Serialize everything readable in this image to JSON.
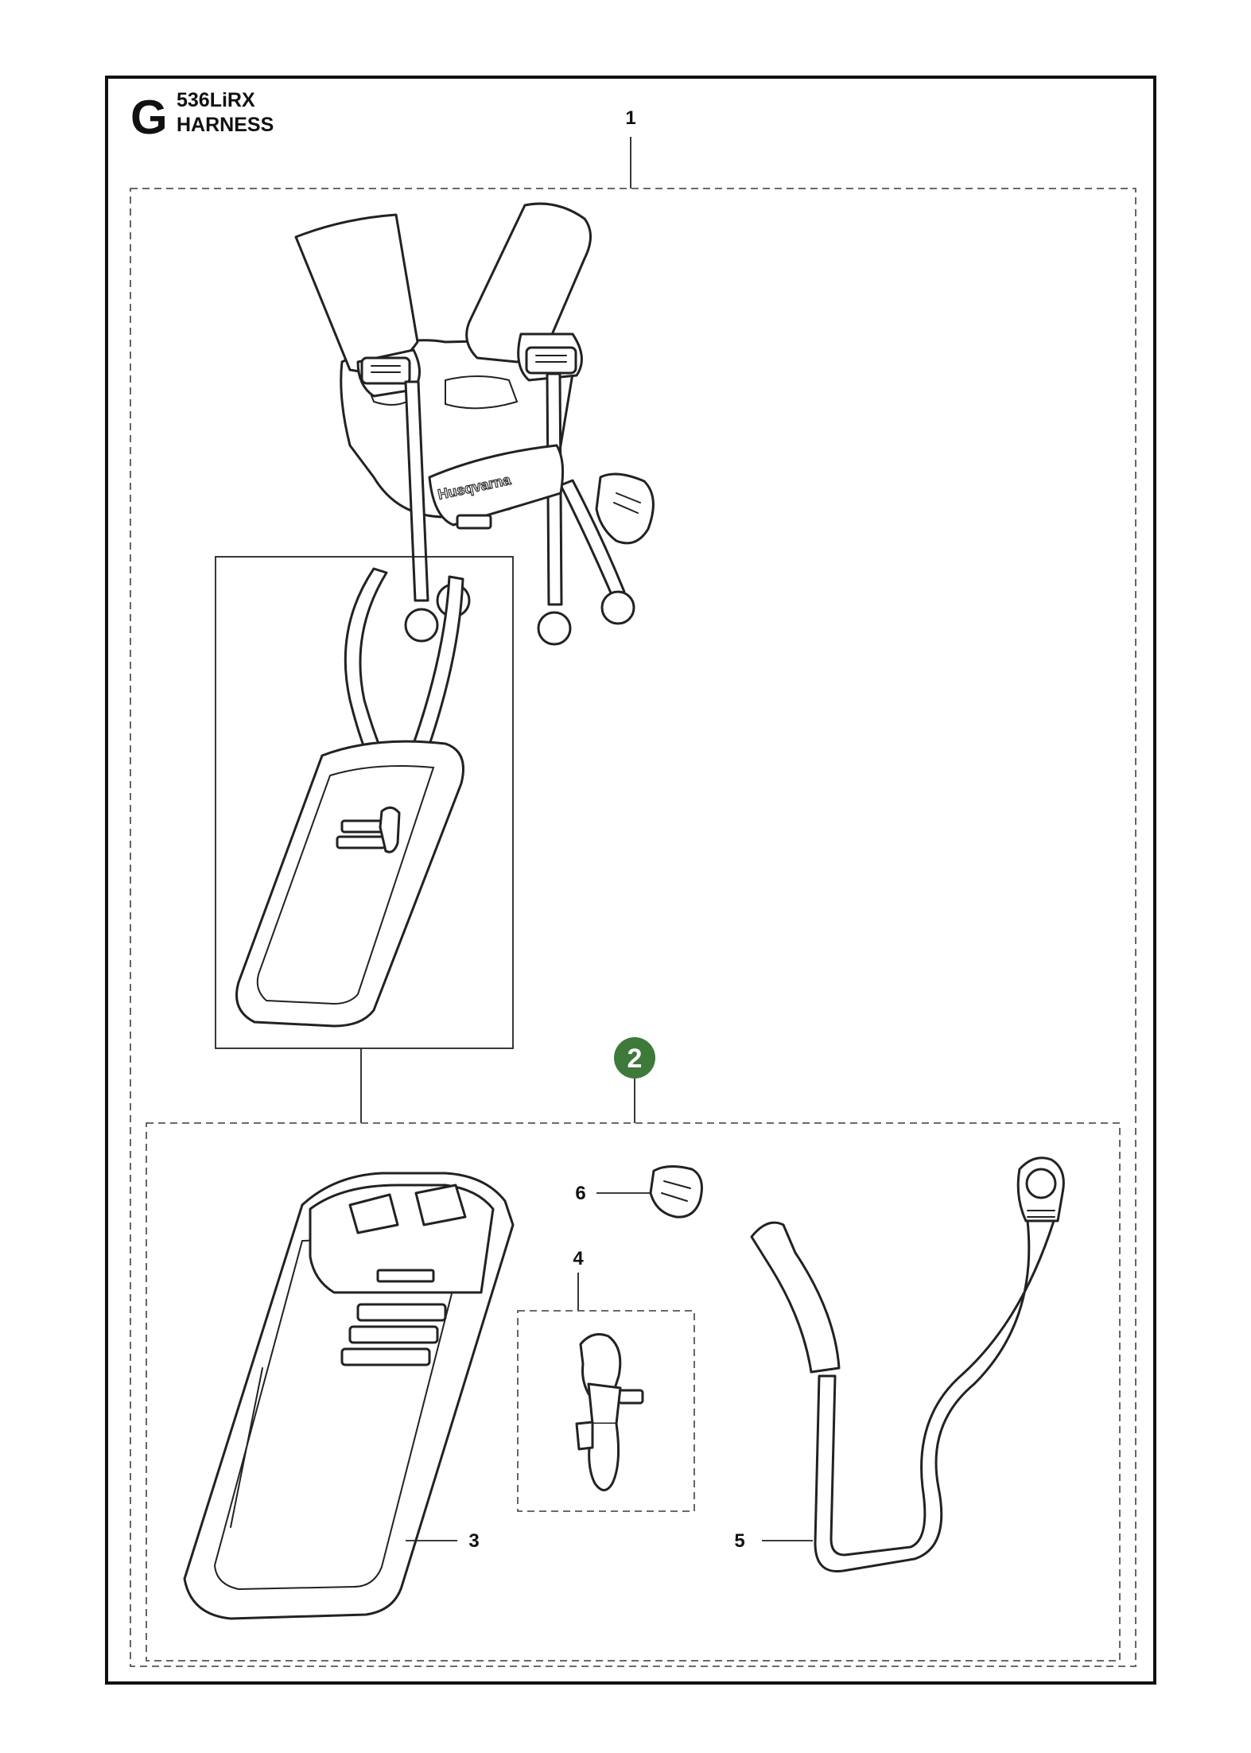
{
  "header": {
    "section_letter": "G",
    "model": "536LiRX",
    "title": "HARNESS"
  },
  "callouts": {
    "item_1": "1",
    "item_2": "2",
    "item_3": "3",
    "item_4": "4",
    "item_5": "5",
    "item_6": "6"
  },
  "brand": {
    "logo_text": "Husqvarna"
  },
  "colors": {
    "badge": "#3d7a3a",
    "line": "#222222",
    "dashed_box": "#555555"
  }
}
